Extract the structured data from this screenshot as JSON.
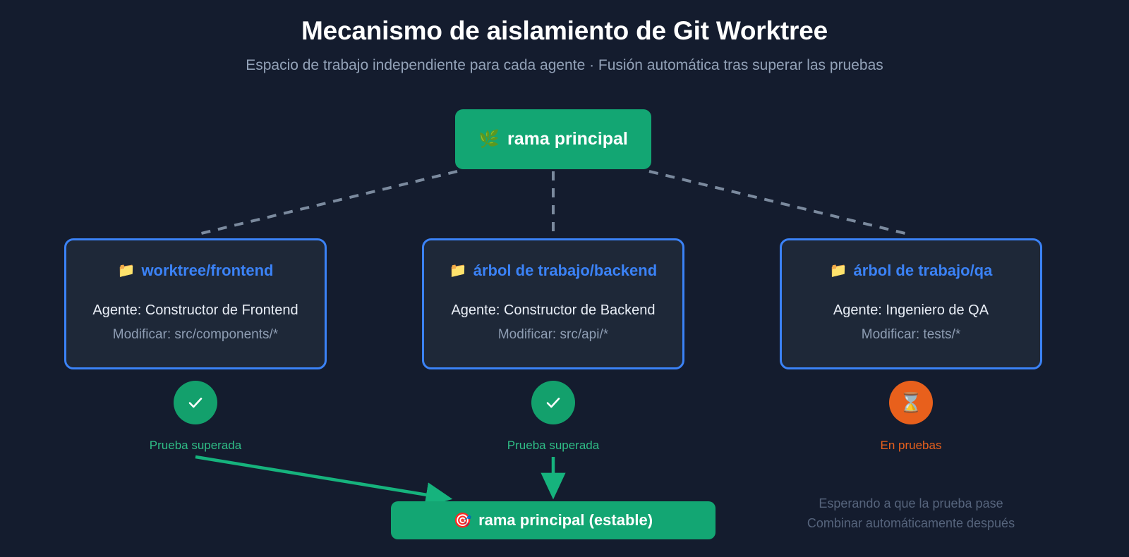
{
  "header": {
    "title": "Mecanismo de aislamiento de Git Worktree",
    "subtitle": "Espacio de trabajo independiente para cada agente · Fusión automática tras superar las pruebas"
  },
  "main_branch": {
    "icon": "herb-branch-icon",
    "emoji": "🌿",
    "label": "rama principal"
  },
  "stable_branch": {
    "icon": "dart-target-icon",
    "emoji": "🎯",
    "label": "rama principal (estable)"
  },
  "worktrees": [
    {
      "icon": "folder-icon",
      "emoji": "📁",
      "title": "worktree/frontend",
      "agent": "Agente: Constructor de Frontend",
      "modify": "Modificar: src/components/*"
    },
    {
      "icon": "folder-icon",
      "emoji": "📁",
      "title": "árbol de trabajo/backend",
      "agent": "Agente: Constructor de Backend",
      "modify": "Modificar: src/api/*"
    },
    {
      "icon": "folder-icon",
      "emoji": "📁",
      "title": "árbol de trabajo/qa",
      "agent": "Agente: Ingeniero de QA",
      "modify": "Modificar: tests/*"
    }
  ],
  "statuses": [
    {
      "icon": "check-icon",
      "state": "pass",
      "label": "Prueba superada"
    },
    {
      "icon": "check-icon",
      "state": "pass",
      "label": "Prueba superada"
    },
    {
      "icon": "hourglass-icon",
      "emoji": "⌛",
      "state": "testing",
      "label": "En pruebas"
    }
  ],
  "waiting_note": {
    "line1": "Esperando a que la prueba pase",
    "line2": "Combinar automáticamente después"
  },
  "colors": {
    "background": "#141c2e",
    "card_background": "#1e2838",
    "card_border": "#3b82f6",
    "green_node": "#13a673",
    "green_pass": "#13a06c",
    "green_label": "#2fbd86",
    "orange": "#e8601c",
    "title_text": "#ffffff",
    "subtitle_text": "#93a2b8",
    "muted_text": "#8e9db3",
    "connector_dashed": "#7b8a9e",
    "connector_arrow": "#16b37d"
  }
}
